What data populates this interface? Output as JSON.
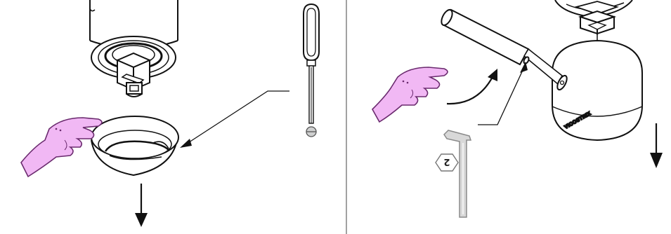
{
  "colors": {
    "line": "#111111",
    "hand_fill": "#f1b8f4",
    "hand_stroke": "#6a2a6e",
    "metal": "#cfd0d0",
    "divider": "#444444"
  },
  "left_panel": {
    "tool_icon": "screwdriver-icon",
    "hand_icon": "hand-icon",
    "arrow_direction": "down"
  },
  "right_panel": {
    "tool_icon": "hex-key-icon",
    "hex_key_size": "2",
    "brand_text": "VICOSTRIX",
    "hand_icon": "hand-icon",
    "arrow_direction": "down"
  }
}
